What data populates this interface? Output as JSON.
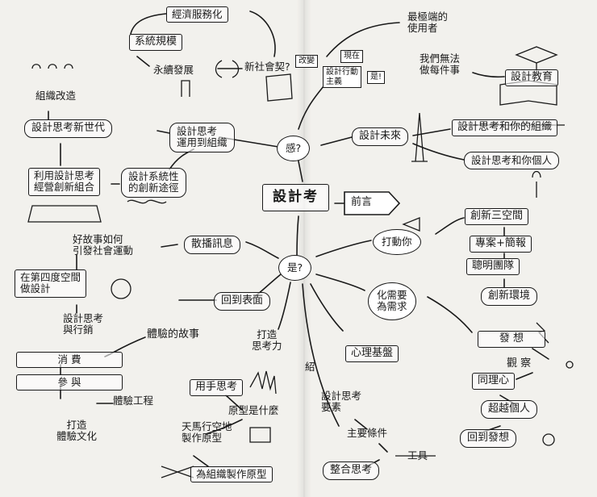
{
  "center": {
    "title": "設計考",
    "preface": "前言"
  },
  "hubs": {
    "move": "感?",
    "yes": "是?"
  },
  "nodes": {
    "economic": "經濟服務化",
    "system_scale": "系統規模",
    "sustainable": "永續發展",
    "new_social": "新社會契?",
    "org_reform": "組織改造",
    "new_gen": "設計思考新世代",
    "innovation_portfolio": "利用設計思考\n經營創新組合",
    "systemic_path": "設計系統性\n的創新途徑",
    "applied_org": "設計思考\n運用到組織",
    "change": "改變",
    "now": "現在",
    "action_doctrine": "設計行動\n主義",
    "ugh": "是!",
    "extreme_users": "最極端的\n使用者",
    "cannot_do": "我們無法\n做每件事",
    "design_edu": "設計教育",
    "design_future": "設計未來",
    "dt_and_org": "設計思考和你的組織",
    "dt_and_you": "設計思考和你個人",
    "spread_msg": "散播訊息",
    "good_story": "好故事如何\n引發社會運動",
    "fourth_dim": "在第四度空間\n做設計",
    "dt_marketing": "設計思考\n與行銷",
    "surface": "回到表面",
    "experience_story": "體驗的故事",
    "build_mind": "打造\n思考力",
    "consume": "消 費",
    "participate": "參 與",
    "exp_engineering": "體驗工程",
    "build_culture": "打造\n體驗文化",
    "hands_think": "用手思考",
    "prototype_what": "原型是什麼",
    "sky_horse": "天馬行空地\n製作原型",
    "org_prototype": "為組織製作原型",
    "touch_you": "打動你",
    "needs": "化需要\n為需求",
    "psych_base": "心理基盤",
    "intro": "紹",
    "elements": "設計思考\n要素",
    "main_conditions": "主要條件",
    "tools": "工具",
    "integrated": "整合思考",
    "three_spaces": "創新三空間",
    "project_brief": "專案+簡報",
    "smart_team": "聰明團隊",
    "innov_env": "創新環境",
    "ideation": "發 想",
    "observe": "觀 察",
    "empathy": "同理心",
    "beyond_personal": "超越個人",
    "back_ideation": "回到發想"
  }
}
